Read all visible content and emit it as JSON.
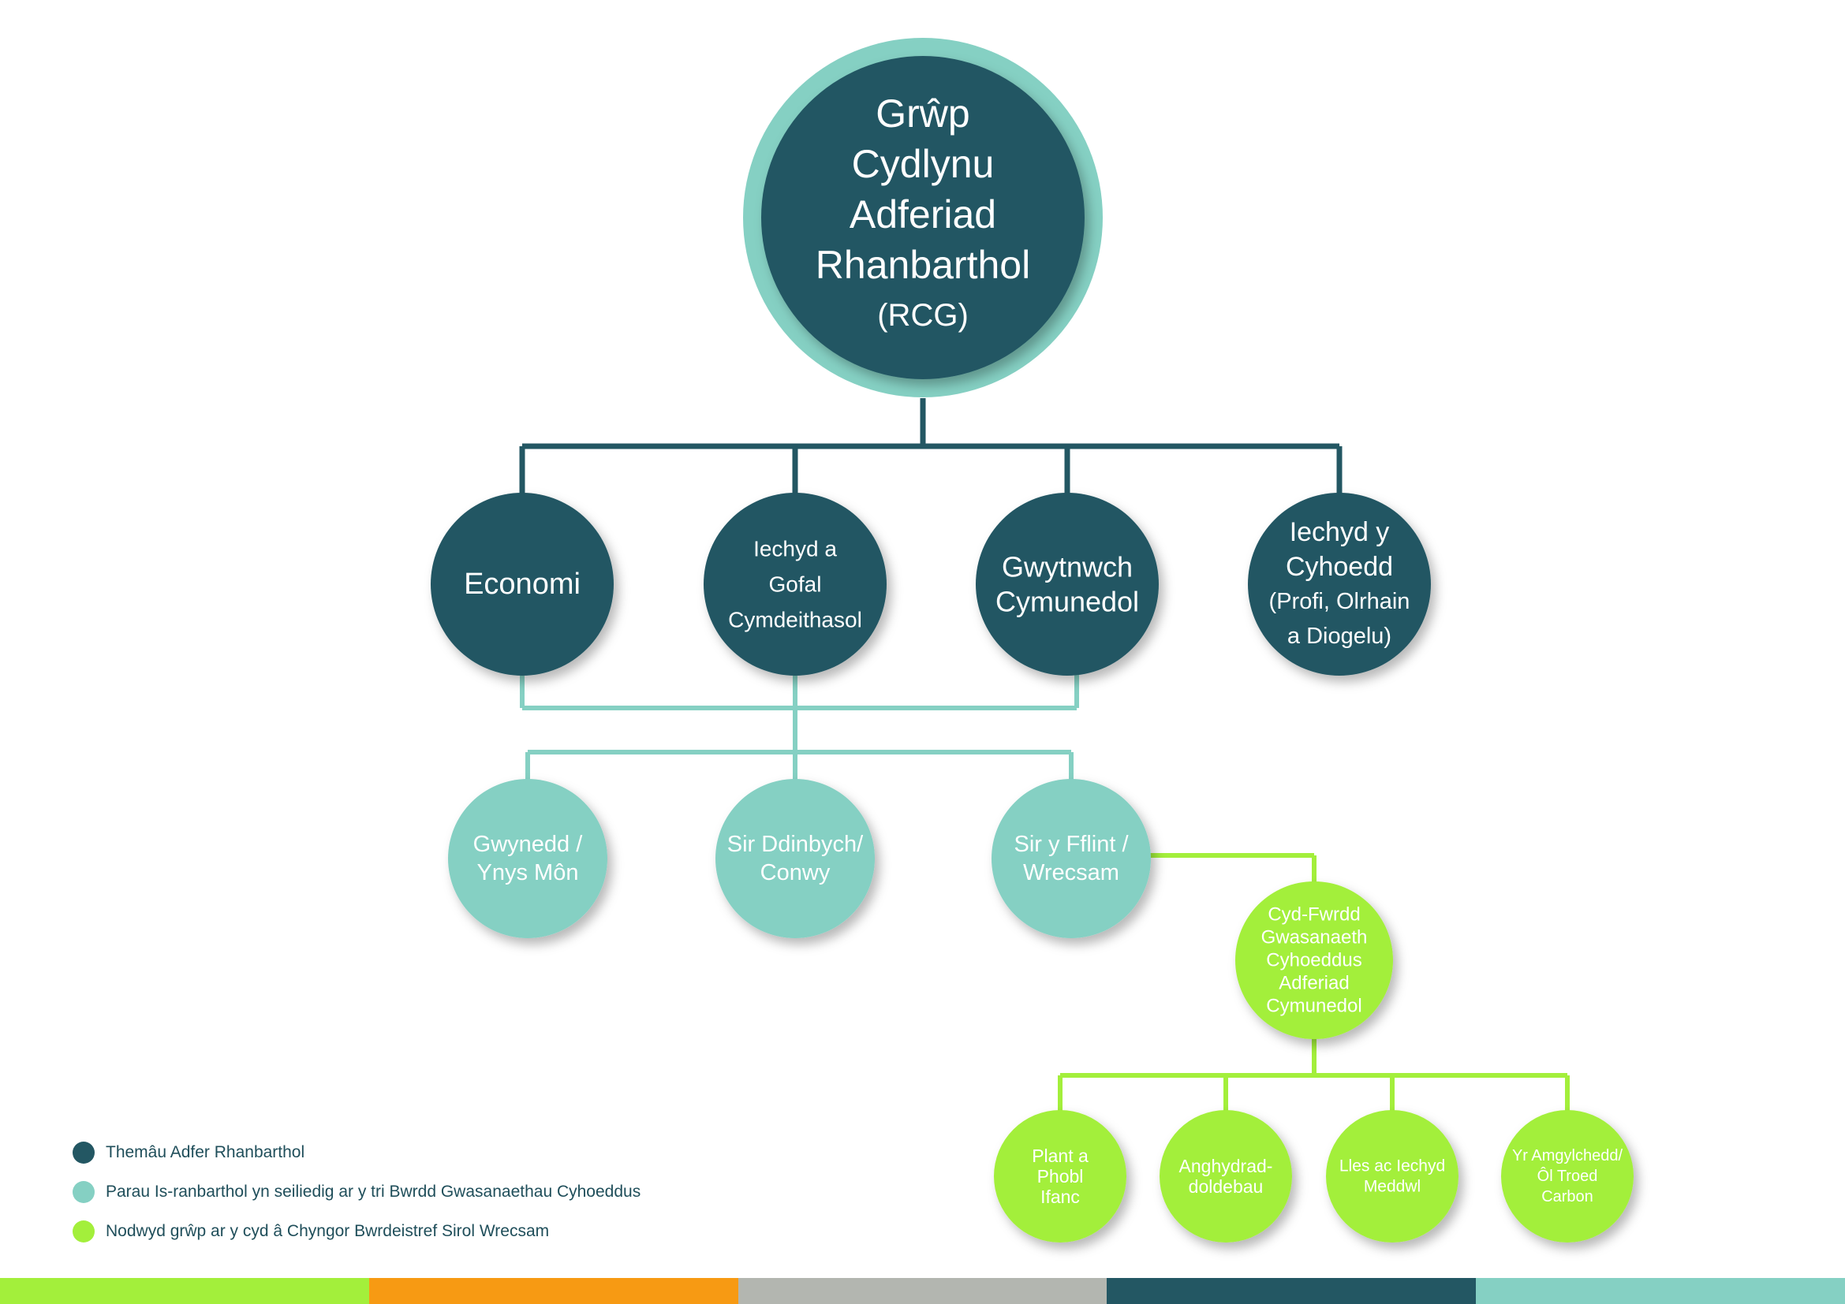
{
  "colors": {
    "dark": "#235763",
    "teal": "#85d0c3",
    "green": "#a3ef3b",
    "ring": "#85d0c3"
  },
  "root": {
    "lines": [
      "Grŵp",
      "Cydlynu",
      "Adferiad",
      "Rhanbarthol",
      "(RCG)"
    ]
  },
  "themes": [
    {
      "lines": [
        "Economi"
      ]
    },
    {
      "lines": [
        "Iechyd a",
        "Gofal",
        "Cymdeithasol"
      ]
    },
    {
      "lines": [
        "Gwytnwch",
        "Cymunedol"
      ]
    },
    {
      "lines": [
        "Iechyd y",
        "Cyhoedd",
        "(Profi, Olrhain",
        "a Diogelu)"
      ]
    }
  ],
  "subregions": [
    {
      "lines": [
        "Gwynedd /",
        "Ynys Môn"
      ]
    },
    {
      "lines": [
        "Sir Ddinbych/",
        "Conwy"
      ]
    },
    {
      "lines": [
        "Sir y Fflint /",
        "Wrecsam"
      ]
    }
  ],
  "joint_board": {
    "lines": [
      "Cyd-Fwrdd",
      "Gwasanaeth",
      "Cyhoeddus",
      "Adferiad",
      "Cymunedol"
    ]
  },
  "groups": [
    {
      "lines": [
        "Plant a",
        "Phobl",
        "Ifanc"
      ]
    },
    {
      "lines": [
        "Anghydrad-",
        "doldebau"
      ]
    },
    {
      "lines": [
        "Lles ac Iechyd",
        "Meddwl"
      ]
    },
    {
      "lines": [
        "Yr Amgylchedd/",
        "Ôl Troed",
        "Carbon"
      ]
    }
  ],
  "legend": [
    {
      "label": "Themâu Adfer Rhanbarthol",
      "color": "#235763"
    },
    {
      "label": "Parau Is-ranbarthol yn seiliedig ar y tri Bwrdd Gwasanaethau Cyhoeddus",
      "color": "#85d0c3"
    },
    {
      "label": "Nodwyd grŵp ar y cyd â Chyngor Bwrdeistref Sirol Wrecsam",
      "color": "#a3ef3b"
    }
  ],
  "footer_colors": [
    "#a3ef3b",
    "#f79a13",
    "#b3b6b0",
    "#235763",
    "#85d0c3"
  ]
}
